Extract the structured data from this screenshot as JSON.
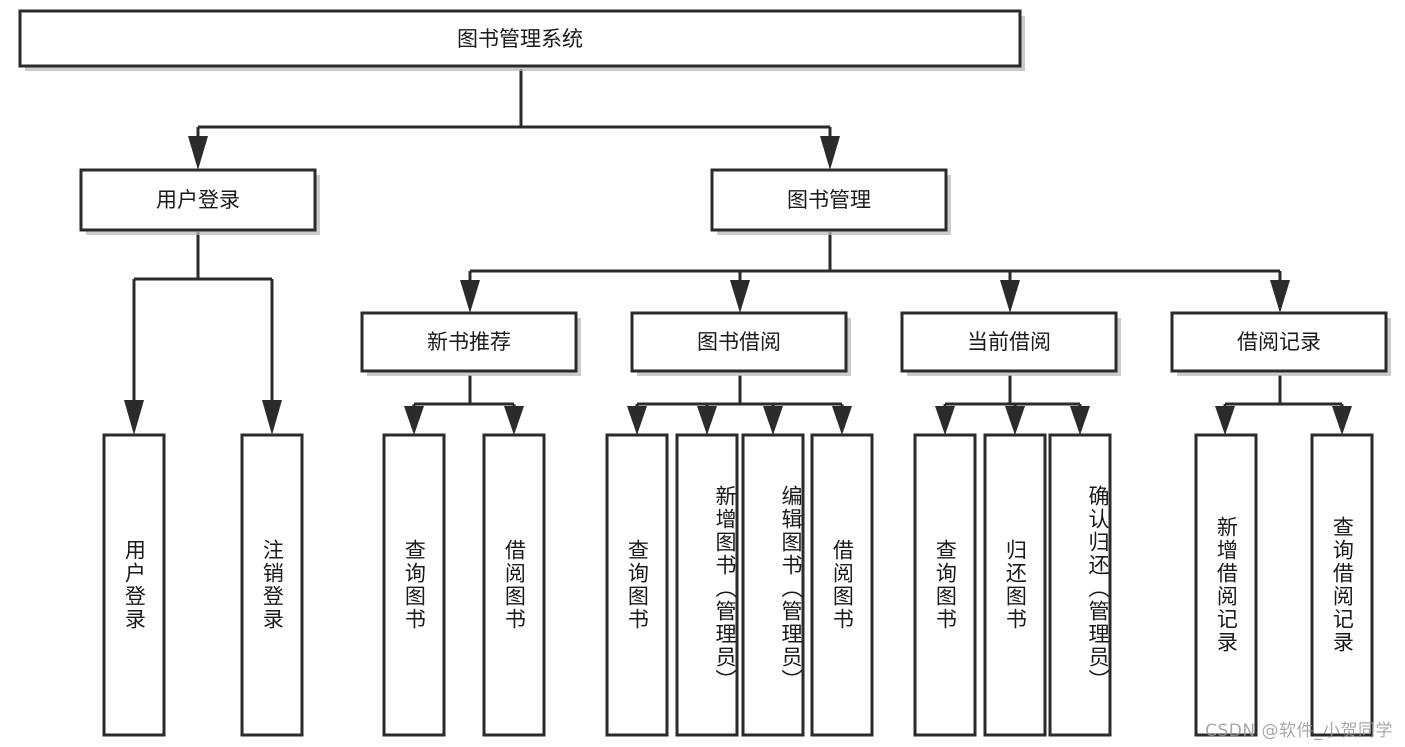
{
  "diagram": {
    "type": "tree",
    "orientation": "top-down",
    "title_node": "图书管理系统",
    "colors": {
      "box_fill": "#ffffff",
      "box_stroke": "#2b2b2b",
      "shadow": "#b9b9b9",
      "text": "#1a1a1a",
      "watermark": "#9a9a9a",
      "background": "#ffffff"
    },
    "root": {
      "label": "图书管理系统"
    },
    "level2": [
      {
        "label": "用户登录"
      },
      {
        "label": "图书管理"
      }
    ],
    "level3": [
      {
        "label": "新书推荐"
      },
      {
        "label": "图书借阅"
      },
      {
        "label": "当前借阅"
      },
      {
        "label": "借阅记录"
      }
    ],
    "leaves": {
      "user_login": [
        {
          "label": "用户登录"
        },
        {
          "label": "注销登录"
        }
      ],
      "new_book": [
        {
          "label": "查询图书"
        },
        {
          "label": "借阅图书"
        }
      ],
      "book_borrow": [
        {
          "label": "查询图书"
        },
        {
          "label": "新增图书（管理员）"
        },
        {
          "label": "编辑图书（管理员）"
        },
        {
          "label": "借阅图书"
        }
      ],
      "current_borrow": [
        {
          "label": "查询图书"
        },
        {
          "label": "归还图书"
        },
        {
          "label": "确认归还（管理员）"
        }
      ],
      "borrow_record": [
        {
          "label": "新增借阅记录"
        },
        {
          "label": "查询借阅记录"
        }
      ]
    }
  },
  "watermark": {
    "text": "CSDN @软件_小贺同学"
  }
}
